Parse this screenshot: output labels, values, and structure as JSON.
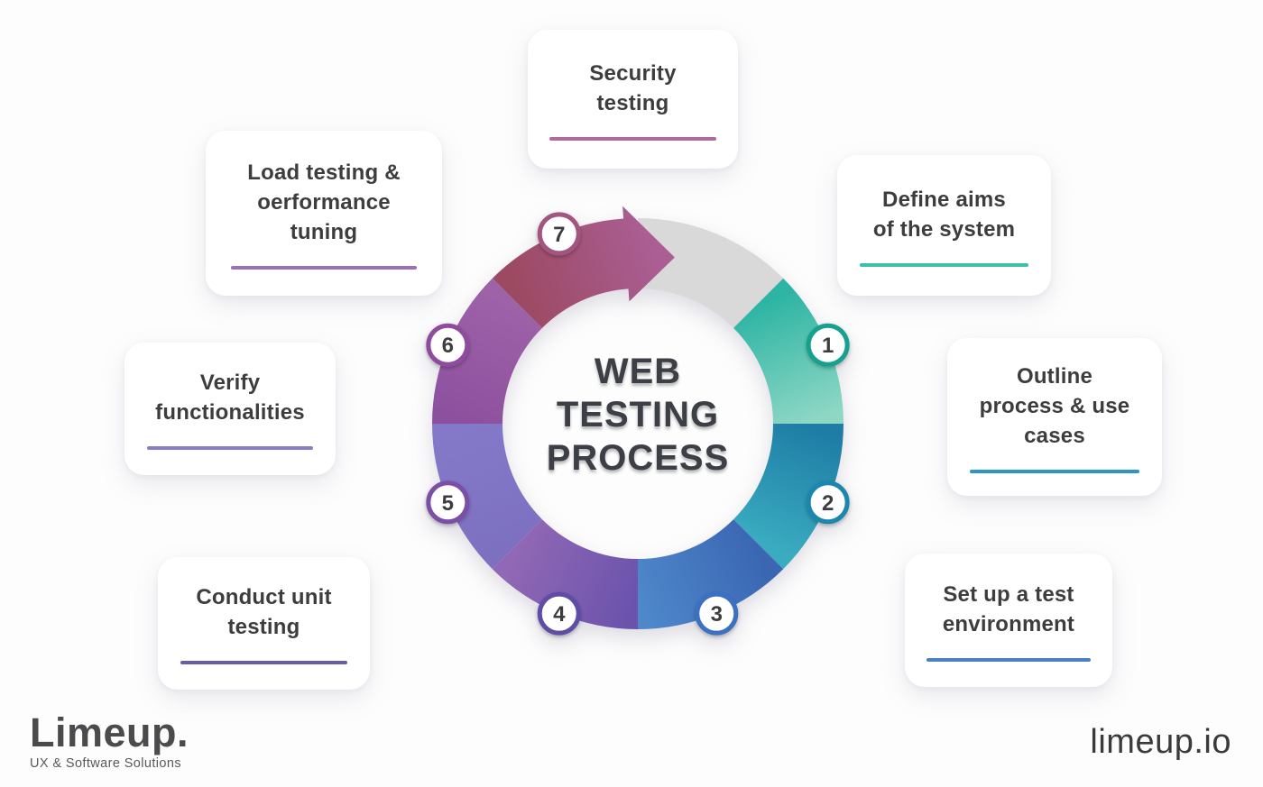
{
  "background": "#fdfdfd",
  "wheel": {
    "title_lines": [
      "WEB",
      "TESTING",
      "PROCESS"
    ],
    "filler": {
      "start": 0,
      "end": 45,
      "color": "#d9d9d9"
    },
    "number_color": "#3d3d3f",
    "steps": [
      {
        "id": "define-aims",
        "number": "1",
        "start": 45,
        "end": 90,
        "color_start": "#2db4a3",
        "color_end": "#8ed7c5",
        "marker_color": "#17a18f"
      },
      {
        "id": "outline-process",
        "number": "2",
        "start": 90,
        "end": 135,
        "color_start": "#1e7ca5",
        "color_end": "#3aacc0",
        "marker_color": "#1e87ae"
      },
      {
        "id": "setup-environment",
        "number": "3",
        "start": 135,
        "end": 180,
        "color_start": "#3a66b2",
        "color_end": "#4e87ca",
        "marker_color": "#3a70c3"
      },
      {
        "id": "unit-testing",
        "number": "4",
        "start": 180,
        "end": 225,
        "color_start": "#6b53ac",
        "color_end": "#9168b5",
        "marker_color": "#5e4da5"
      },
      {
        "id": "verify-functionalities",
        "number": "5",
        "start": 225,
        "end": 270,
        "color_start": "#7d70c1",
        "color_end": "#8479c8",
        "marker_color": "#7b4fa6"
      },
      {
        "id": "load-testing",
        "number": "6",
        "start": 270,
        "end": 315,
        "color_start": "#8d509e",
        "color_end": "#9e62a9",
        "marker_color": "#8f4c9e"
      },
      {
        "id": "security-testing",
        "number": "7",
        "start": 315,
        "end": 360,
        "arrow": true,
        "color_start": "#9c4961",
        "color_end": "#aa5e93",
        "marker_color": "#a2577f"
      }
    ]
  },
  "cards": [
    {
      "id": "security-testing",
      "step": "7",
      "lines": [
        "Security",
        "testing"
      ],
      "underline_color": "#ad6a9f"
    },
    {
      "id": "load-testing",
      "step": "6",
      "lines": [
        "Load testing &",
        "oerformance",
        "tuning"
      ],
      "underline_color": "#9d6fb7"
    },
    {
      "id": "verify-functionalities",
      "step": "5",
      "lines": [
        "Verify",
        "functionalities"
      ],
      "underline_color": "#8b7cc7"
    },
    {
      "id": "unit-testing",
      "step": "4",
      "lines": [
        "Conduct unit",
        "testing"
      ],
      "underline_color": "#6b5bad"
    },
    {
      "id": "define-aims",
      "step": "1",
      "lines": [
        "Define aims",
        "of the system"
      ],
      "underline_color": "#3dbfae"
    },
    {
      "id": "outline-process",
      "step": "2",
      "lines": [
        "Outline",
        "process & use",
        "cases"
      ],
      "underline_color": "#2e96c0"
    },
    {
      "id": "setup-environment",
      "step": "3",
      "lines": [
        "Set up a test",
        "environment"
      ],
      "underline_color": "#4a80c4"
    }
  ],
  "logo": {
    "wordmark": "Limeup.",
    "tagline": "UX & Software Solutions"
  },
  "site_link": "limeup.io"
}
